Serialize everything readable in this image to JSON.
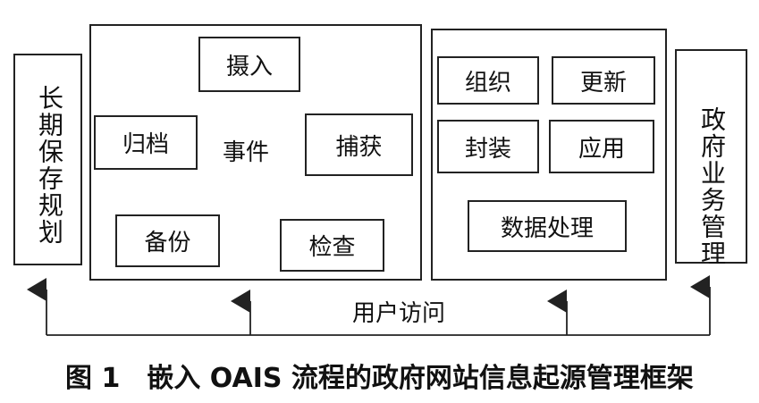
{
  "left_panel": {
    "label": "长期保存规划"
  },
  "right_panel": {
    "label": "政府业务管理"
  },
  "events": {
    "center_label": "事件",
    "steps": [
      "摄入",
      "捕获",
      "检查",
      "备份",
      "归档"
    ]
  },
  "data_processing": {
    "items": [
      "组织",
      "更新",
      "封装",
      "应用"
    ],
    "main": "数据处理"
  },
  "user_access": "用户访问",
  "caption": "图 1　嵌入 OAIS 流程的政府网站信息起源管理框架"
}
